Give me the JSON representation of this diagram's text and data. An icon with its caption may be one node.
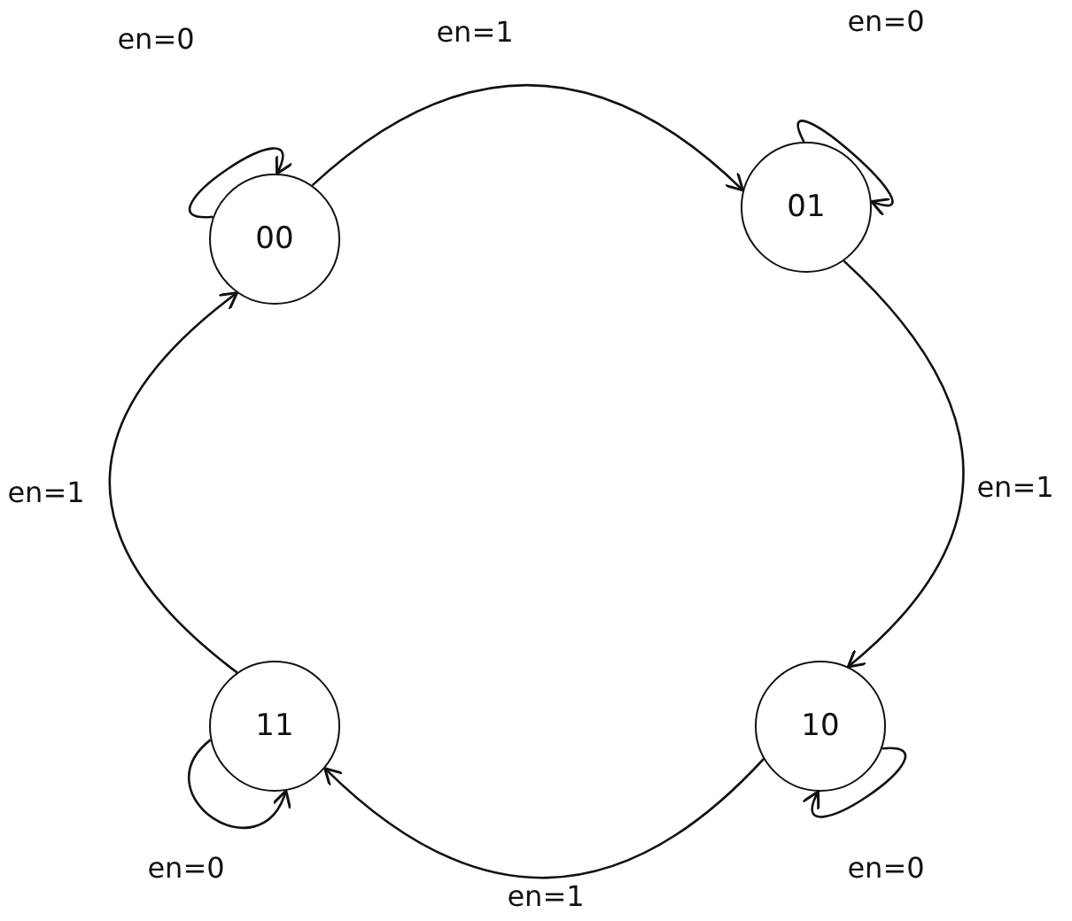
{
  "diagram": {
    "nodes": [
      {
        "text": [
          "00"
        ]
      },
      {
        "text": [
          "01"
        ]
      },
      {
        "text": [
          "10"
        ]
      },
      {
        "text": [
          "11"
        ]
      }
    ],
    "edges": [
      {
        "from": 0,
        "to": 0,
        "arrow": "to",
        "label": "en=0"
      },
      {
        "from": 0,
        "to": 1,
        "arrow": "to",
        "label": "en=1"
      },
      {
        "from": 1,
        "to": 1,
        "arrow": "to",
        "label": "en=0"
      },
      {
        "from": 1,
        "to": 2,
        "arrow": "to",
        "label": "en=1"
      },
      {
        "from": 2,
        "to": 2,
        "arrow": "to",
        "label": "en=0"
      },
      {
        "from": 2,
        "to": 3,
        "arrow": "to",
        "label": "en=1"
      },
      {
        "from": 3,
        "to": 3,
        "arrow": "to",
        "label": "en=0"
      },
      {
        "from": 3,
        "to": 0,
        "arrow": "to",
        "label": "en=1"
      }
    ]
  }
}
